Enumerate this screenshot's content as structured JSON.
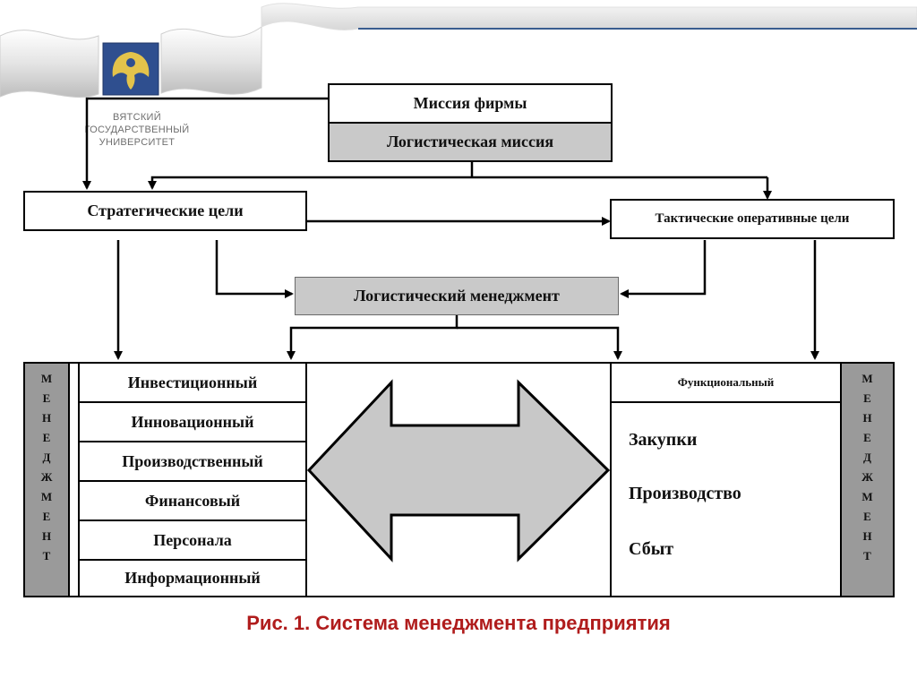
{
  "logo": {
    "lines": [
      "ВЯТСКИЙ",
      "ГОСУДАРСТВЕННЫЙ",
      "УНИВЕРСИТЕТ"
    ]
  },
  "diagram": {
    "mission": "Миссия фирмы",
    "logistic_mission": "Логистическая миссия",
    "strategic_goals": "Стратегические цели",
    "tactical_goals": "Тактические оперативные цели",
    "logistic_management": "Логистический менеджмент",
    "left_column_letters": [
      "М",
      "Е",
      "Н",
      "Е",
      "Д",
      "Ж",
      "М",
      "Е",
      "Н",
      "Т"
    ],
    "right_column_letters": [
      "М",
      "Е",
      "Н",
      "Е",
      "Д",
      "Ж",
      "М",
      "Е",
      "Н",
      "Т"
    ],
    "left_items": [
      "Инвестиционный",
      "Инновационный",
      "Производственный",
      "Финансовый",
      "Персонала",
      "Информационный"
    ],
    "functional_header": "Функциональный",
    "functional_items": [
      "Закупки",
      "Производство",
      "Сбыт"
    ]
  },
  "caption": "Рис. 1. Система менеджмента предприятия",
  "colors": {
    "caption": "#b01c1c",
    "gray_box": "#c9c9c9",
    "management_column": "#9a9a9a",
    "arrow_fill": "#c8c8c8"
  }
}
